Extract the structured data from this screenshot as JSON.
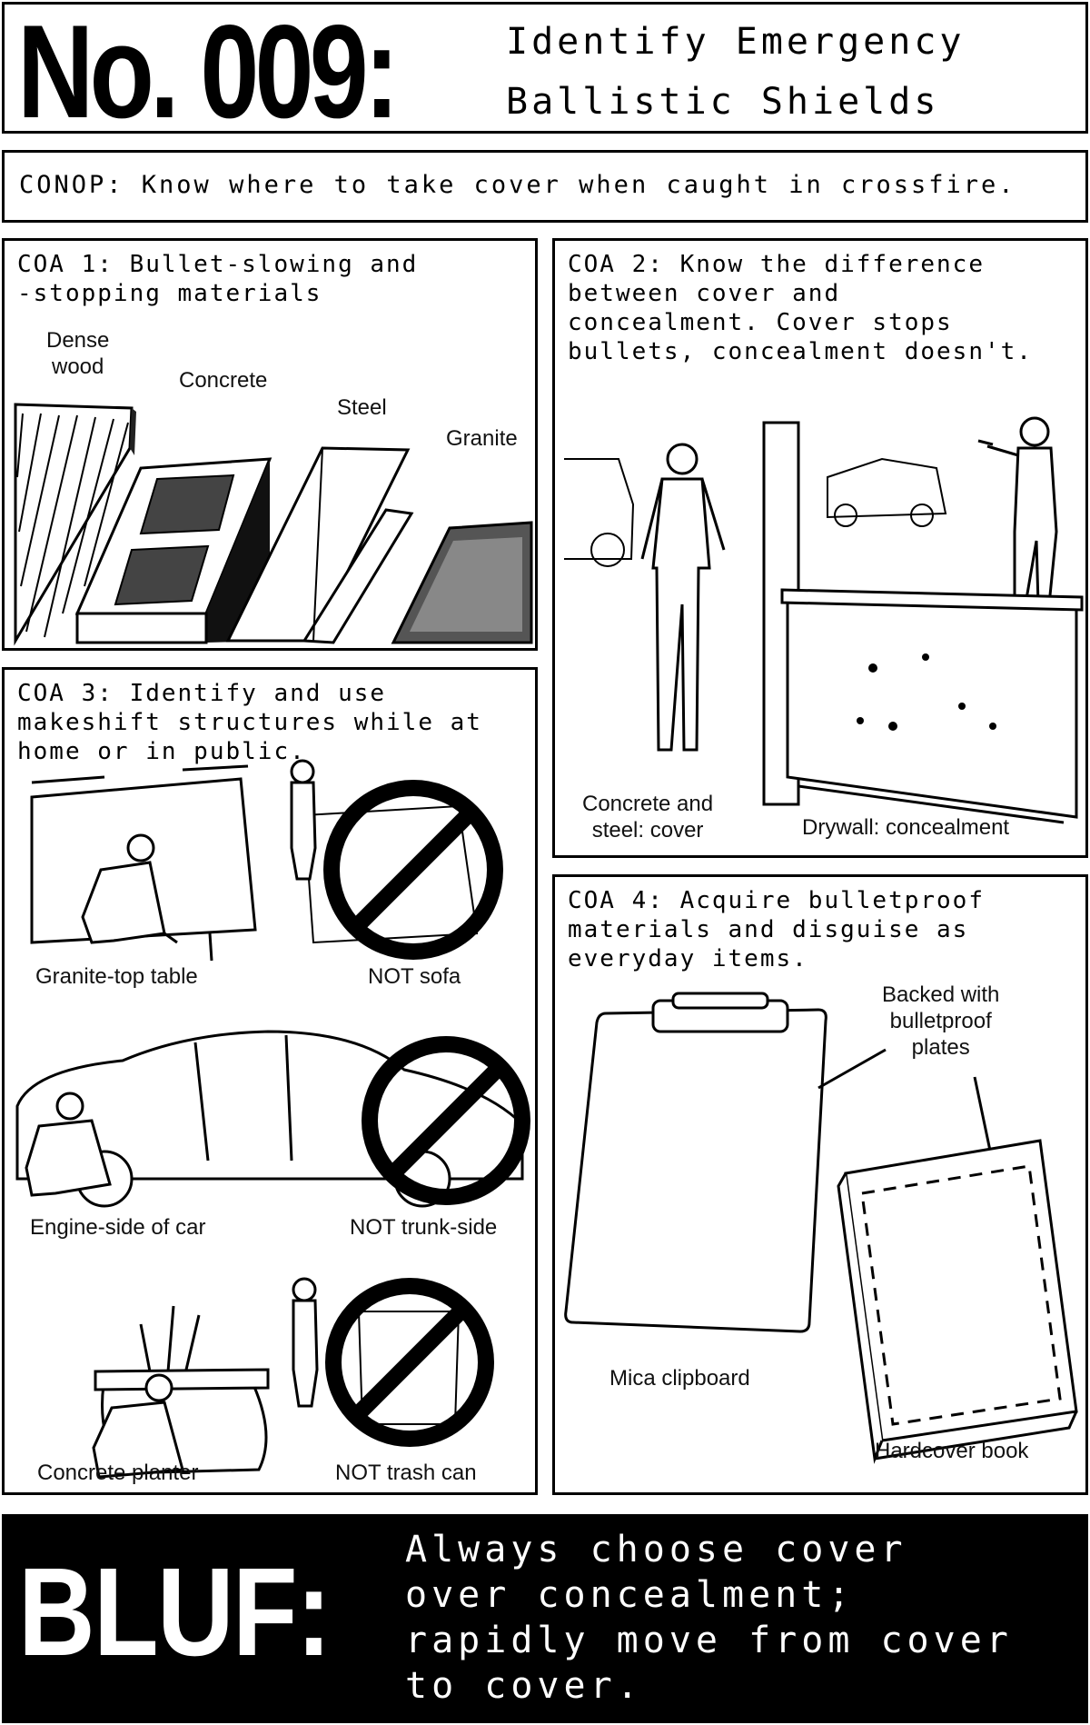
{
  "header": {
    "number": "No. 009:",
    "title_line1": "Identify Emergency",
    "title_line2": "Ballistic Shields"
  },
  "conop": {
    "text": "CONOP: Know where to take cover when caught in crossfire."
  },
  "coa1": {
    "heading": "COA 1: Bullet-slowing and\n-stopping materials",
    "labels": {
      "dense_wood": "Dense\nwood",
      "concrete": "Concrete",
      "steel": "Steel",
      "granite": "Granite"
    }
  },
  "coa2": {
    "heading": "COA 2: Know the difference\nbetween cover and\nconcealment. Cover stops\nbullets, concealment doesn't.",
    "labels": {
      "cover": "Concrete and\nsteel: cover",
      "concealment": "Drywall: concealment"
    }
  },
  "coa3": {
    "heading": "COA 3: Identify and use\nmakeshift structures while at\nhome or in public.",
    "labels": {
      "table": "Granite-top table",
      "sofa": "NOT sofa",
      "engine": "Engine-side of car",
      "trunk": "NOT trunk-side",
      "planter": "Concrete planter",
      "trash": "NOT trash can"
    }
  },
  "coa4": {
    "heading": "COA 4: Acquire bulletproof\nmaterials and disguise as\neveryday items.",
    "labels": {
      "backed": "Backed with\nbulletproof\nplates",
      "clipboard": "Mica clipboard",
      "book": "Hardcover book"
    }
  },
  "bluf": {
    "label": "BLUF:",
    "text": "Always choose cover\nover concealment;\nrapidly move from cover\nto cover."
  }
}
